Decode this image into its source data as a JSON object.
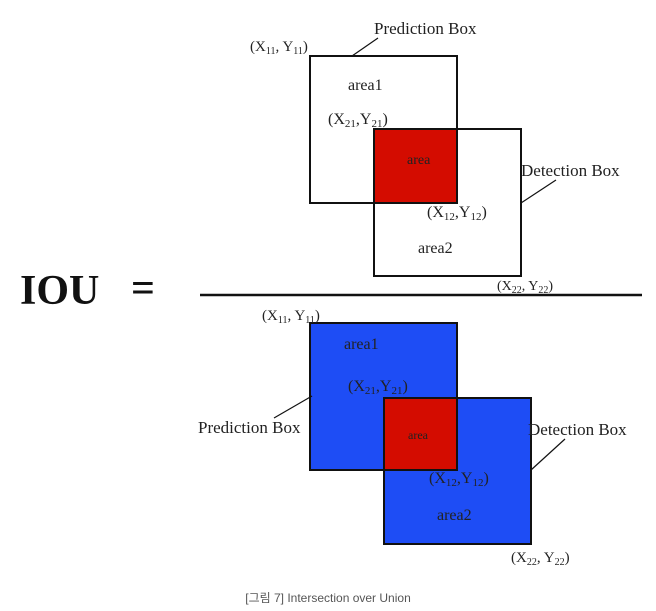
{
  "equation": {
    "lhs": "IOU",
    "equals": "="
  },
  "numerator": {
    "prediction_box_label": "Prediction Box",
    "detection_box_label": "Detection Box",
    "top_left_coord": {
      "x_base": "X",
      "x_sub": "11",
      "sep": ", ",
      "y_base": "Y",
      "y_sub": "11",
      "open": "(",
      "close": ")"
    },
    "area1": "area1",
    "inner_coord_1": {
      "x_base": "X",
      "x_sub": "21",
      "sep": ",",
      "y_base": "Y",
      "y_sub": "21",
      "open": "(",
      "close": ")"
    },
    "area": "area",
    "inner_coord_2": {
      "x_base": "X",
      "x_sub": "12",
      "sep": ",",
      "y_base": "Y",
      "y_sub": "12",
      "open": "(",
      "close": ")"
    },
    "area2": "area2",
    "bottom_right_coord": {
      "x_base": "X",
      "x_sub": "22",
      "sep": ", ",
      "y_base": "Y",
      "y_sub": "22",
      "open": "(",
      "close": ")"
    },
    "box_fill": "#ffffff",
    "intersection_fill": "#d40c00"
  },
  "denominator": {
    "prediction_box_label": "Prediction Box",
    "detection_box_label": "Detection Box",
    "top_left_coord": {
      "x_base": "X",
      "x_sub": "11",
      "sep": ", ",
      "y_base": "Y",
      "y_sub": "11",
      "open": "(",
      "close": ")"
    },
    "area1": "area1",
    "inner_coord_1": {
      "x_base": "X",
      "x_sub": "21",
      "sep": ",",
      "y_base": "Y",
      "y_sub": "21",
      "open": "(",
      "close": ")"
    },
    "area": "area",
    "inner_coord_2": {
      "x_base": "X",
      "x_sub": "12",
      "sep": ",",
      "y_base": "Y",
      "y_sub": "12",
      "open": "(",
      "close": ")"
    },
    "area2": "area2",
    "bottom_right_coord": {
      "x_base": "X",
      "x_sub": "22",
      "sep": ", ",
      "y_base": "Y",
      "y_sub": "22",
      "open": "(",
      "close": ")"
    },
    "box_fill": "#1e4df5",
    "intersection_fill": "#d40c00"
  },
  "caption": "[그림 7] Intersection over Union"
}
